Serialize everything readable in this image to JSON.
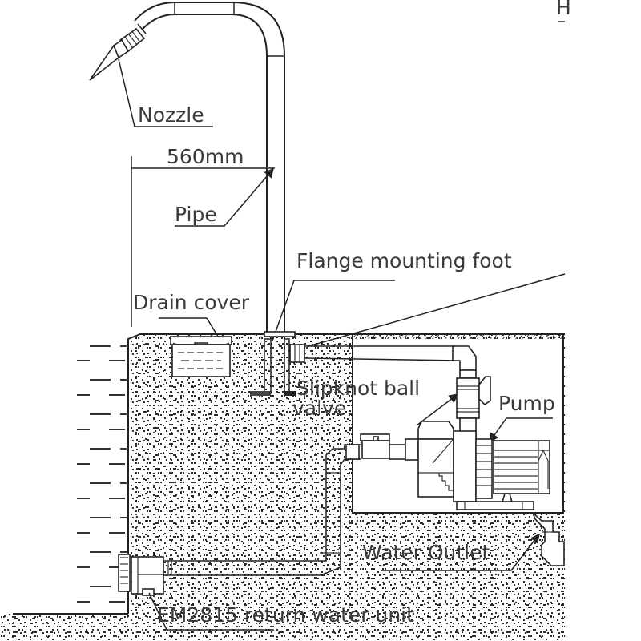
{
  "diagram": {
    "corner_fragment": "H",
    "labels": {
      "nozzle": "Nozzle",
      "dimension": "560mm",
      "pipe": "Pipe",
      "flange": "Flange mounting foot",
      "drain_cover": "Drain cover",
      "valve_line1": "Slipknot ball",
      "valve_line2": "valve",
      "pump": "Pump",
      "water_outlet": "Water Outlet",
      "return_unit": "EM2815 return water unit"
    },
    "colors": {
      "line": "#222222",
      "text": "#3a3a3a",
      "background": "#ffffff",
      "ground_dots": "#2a2a2a"
    }
  }
}
